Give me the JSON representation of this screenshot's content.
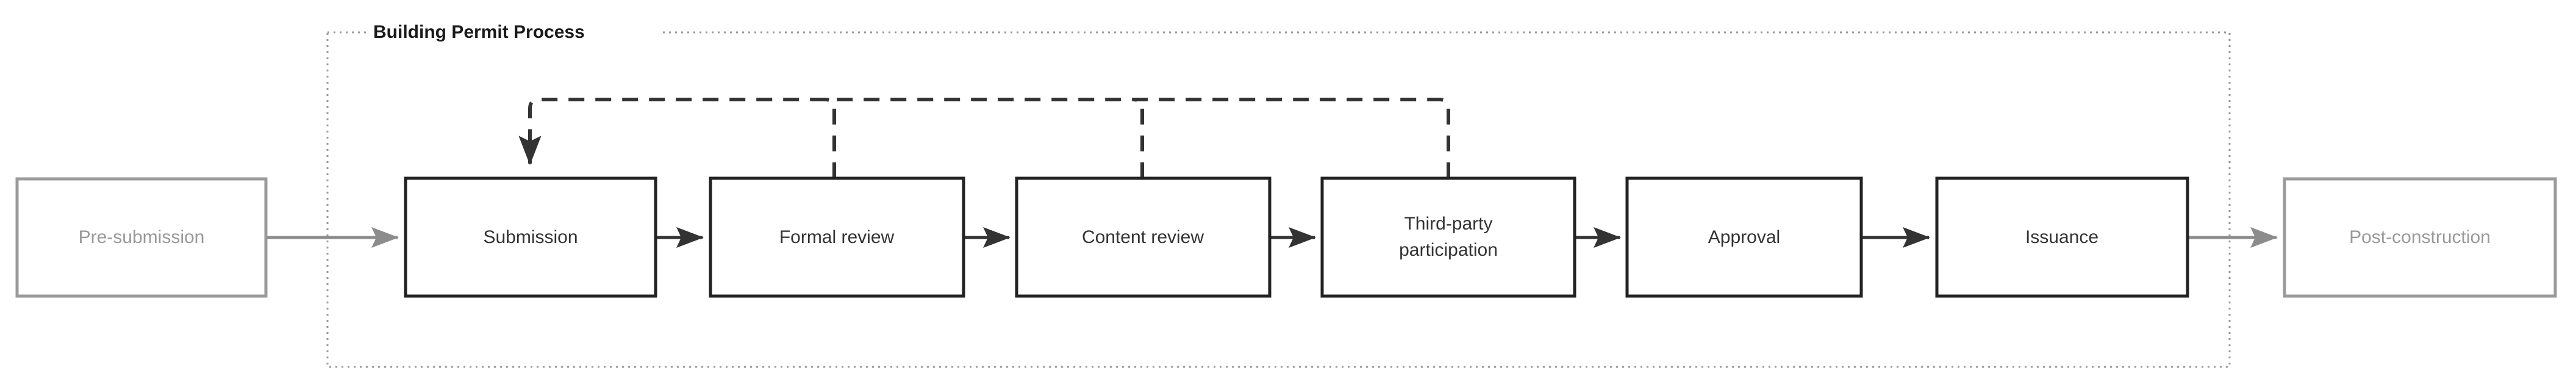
{
  "diagram": {
    "title": "Building Permit Process",
    "group_label": "Building Permit Process",
    "colors": {
      "internal_stroke": "#222222",
      "internal_text": "#333333",
      "external_stroke": "#9a9a9a",
      "external_text": "#999999",
      "group_frame": "#999999",
      "arrow_internal": "#333333",
      "arrow_external": "#8c8c8c",
      "background": "#ffffff"
    },
    "nodes": [
      {
        "id": "pre-submission",
        "label": "Pre-submission",
        "scope": "external",
        "lines": [
          "Pre-submission"
        ]
      },
      {
        "id": "submission",
        "label": "Submission",
        "scope": "internal",
        "lines": [
          "Submission"
        ]
      },
      {
        "id": "formal-review",
        "label": "Formal review",
        "scope": "internal",
        "lines": [
          "Formal review"
        ]
      },
      {
        "id": "content-review",
        "label": "Content review",
        "scope": "internal",
        "lines": [
          "Content review"
        ]
      },
      {
        "id": "third-party-participation",
        "label": "Third-party participation",
        "scope": "internal",
        "lines": [
          "Third-party",
          "participation"
        ]
      },
      {
        "id": "approval",
        "label": "Approval",
        "scope": "internal",
        "lines": [
          "Approval"
        ]
      },
      {
        "id": "issuance",
        "label": "Issuance",
        "scope": "internal",
        "lines": [
          "Issuance"
        ]
      },
      {
        "id": "post-construction",
        "label": "Post-construction",
        "scope": "external",
        "lines": [
          "Post-construction"
        ]
      }
    ],
    "edges": [
      {
        "from": "pre-submission",
        "to": "submission",
        "style": "solid",
        "scope": "external"
      },
      {
        "from": "submission",
        "to": "formal-review",
        "style": "solid",
        "scope": "internal"
      },
      {
        "from": "formal-review",
        "to": "content-review",
        "style": "solid",
        "scope": "internal"
      },
      {
        "from": "content-review",
        "to": "third-party-participation",
        "style": "solid",
        "scope": "internal"
      },
      {
        "from": "third-party-participation",
        "to": "approval",
        "style": "solid",
        "scope": "internal"
      },
      {
        "from": "approval",
        "to": "issuance",
        "style": "solid",
        "scope": "internal"
      },
      {
        "from": "issuance",
        "to": "post-construction",
        "style": "solid",
        "scope": "external"
      },
      {
        "from": "formal-review",
        "to": "submission",
        "style": "dashed",
        "scope": "internal",
        "kind": "feedback"
      },
      {
        "from": "content-review",
        "to": "submission",
        "style": "dashed",
        "scope": "internal",
        "kind": "feedback"
      },
      {
        "from": "third-party-participation",
        "to": "submission",
        "style": "dashed",
        "scope": "internal",
        "kind": "feedback"
      }
    ],
    "labels": {
      "pre_submission": "Pre-submission",
      "submission": "Submission",
      "formal_review": "Formal review",
      "content_review": "Content review",
      "third_party_line1": "Third-party",
      "third_party_line2": "participation",
      "approval": "Approval",
      "issuance": "Issuance",
      "post_construction": "Post-construction"
    }
  }
}
